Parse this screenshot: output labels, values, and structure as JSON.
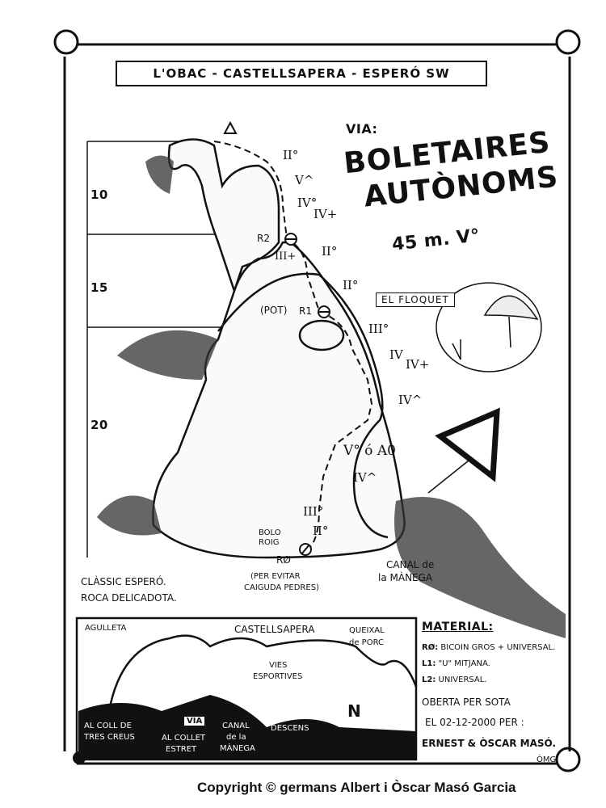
{
  "header": {
    "title": "L'OBAC - CASTELLSAPERA - ESPERÓ SW"
  },
  "route": {
    "prefix": "VIA:",
    "name_line1": "BOLETAIRES",
    "name_line2": "AUTÒNOMS",
    "length_grade": "45 m. V°"
  },
  "height_scale": [
    "10",
    "15",
    "20"
  ],
  "grades": [
    "II°",
    "V^",
    "IV°",
    "IV+",
    "II°",
    "III+",
    "II°",
    "III°",
    "IV",
    "IV+",
    "IV^",
    "V° ó A0",
    "IV^",
    "III°",
    "II°"
  ],
  "belays": [
    "R2",
    "R1",
    "RØ"
  ],
  "labels": {
    "pot": "(POT)",
    "floquet": "EL FLOQUET",
    "bolo_roig_1": "BOLO",
    "bolo_roig_2": "ROIG",
    "canal_1": "CANAL de",
    "canal_2": "la MÀNEGA",
    "note_1": "(PER EVITAR",
    "note_2": "CAIGUDA PEDRES)",
    "classic_1": "CLÀSSIC ESPERÓ.",
    "classic_2": "ROCA DELICADOTA."
  },
  "inset": {
    "agulleta": "AGULLETA",
    "castellsapera": "CASTELLSAPERA",
    "queixal_1": "QUEIXAL",
    "queixal_2": "de PORC",
    "vies_1": "VIES",
    "vies_2": "ESPORTIVES",
    "via": "VIA",
    "coll_1": "AL COLL DE",
    "coll_2": "TRES CREUS",
    "collet_1": "AL COLLET",
    "collet_2": "ESTRET",
    "canal_1": "CANAL",
    "canal_2": "de la",
    "canal_3": "MÀNEGA",
    "descens_1": "CANAL",
    "descens_2": "DESCENS",
    "north": "N"
  },
  "material": {
    "heading": "MATERIAL:",
    "items": [
      {
        "key": "RØ:",
        "value": "BICOIN GROS + UNIVERSAL."
      },
      {
        "key": "L1:",
        "value": "\"U\" MITJANA."
      },
      {
        "key": "L2:",
        "value": "UNIVERSAL."
      }
    ],
    "opened_1": "OBERTA PER SOTA",
    "opened_2": "EL 02-12-2000 PER :",
    "authors": "ERNEST & ÒSCAR MASÓ."
  },
  "signature": "ÒMG",
  "footer": {
    "copyright": "Copyright © germans Albert i Òscar Masó Garcia"
  }
}
